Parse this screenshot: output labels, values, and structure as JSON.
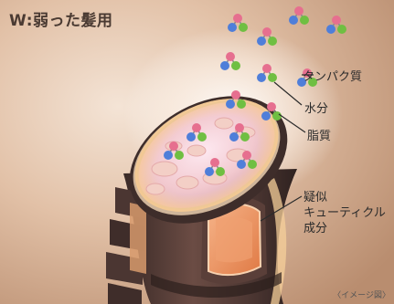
{
  "title": "W:弱った髪用",
  "labels": {
    "protein": "タンパク質",
    "water": "水分",
    "lipid": "脂質",
    "pseudo_cuticle": [
      "疑似",
      "キューティクル",
      "成分"
    ]
  },
  "note": "〈イメージ図〉",
  "colors": {
    "background": "#d4a98b",
    "cortex_fill": "#e9cfb2",
    "cuticle_dark": "#43322e",
    "inner_orange": "#e89060",
    "molecule_pink": "#e66f8f",
    "molecule_blue": "#4f7ed9",
    "molecule_green": "#6fbf42"
  }
}
